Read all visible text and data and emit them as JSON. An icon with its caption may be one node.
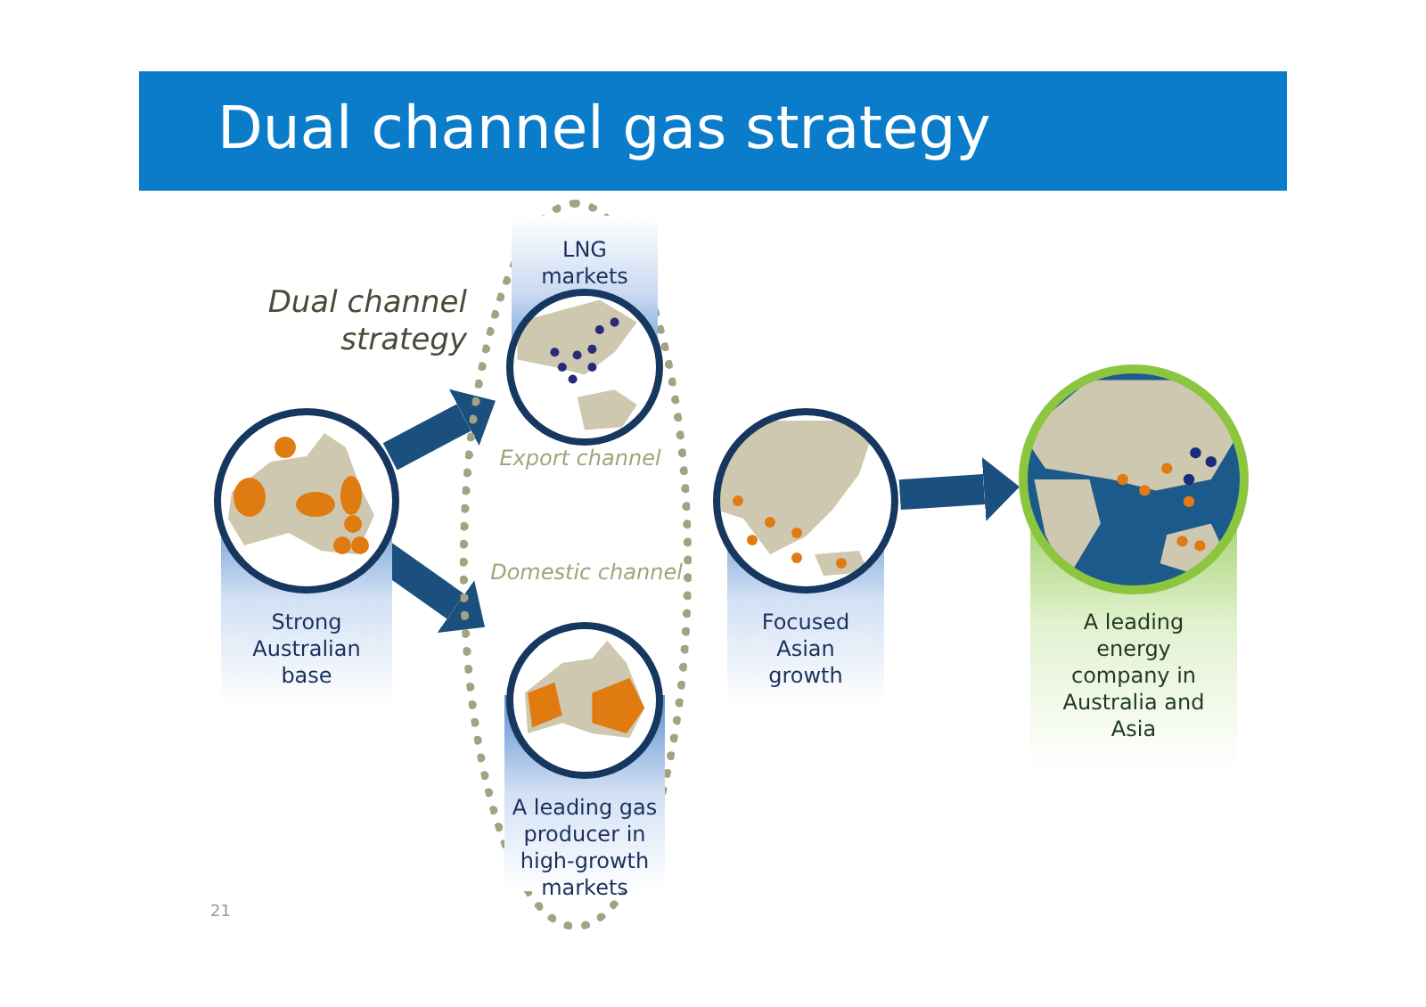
{
  "diagram": {
    "title": "Dual channel gas strategy",
    "nodes": [
      {
        "text": [
          "Strong Australian base"
        ]
      },
      {
        "text": [],
        "shape": "ellipse"
      },
      {
        "text": [
          "LNG markets"
        ],
        "in": 1,
        "beside": [
          "Export channel"
        ]
      },
      {
        "text": [
          "A leading gas producer in high-growth markets"
        ],
        "in": 1,
        "beside": [
          "Domestic channel"
        ]
      },
      {
        "text": [
          "Focused Asian growth"
        ]
      },
      {
        "text": [
          "A leading energy company in Australia and Asia"
        ]
      }
    ],
    "edges": [
      {
        "from": 0,
        "to": 2,
        "arrow": "to"
      },
      {
        "from": 0,
        "to": 3,
        "arrow": "to"
      },
      {
        "from": 4,
        "to": 5,
        "arrow": "to"
      }
    ],
    "labels": [
      "Dual channel strategy",
      "21"
    ]
  }
}
